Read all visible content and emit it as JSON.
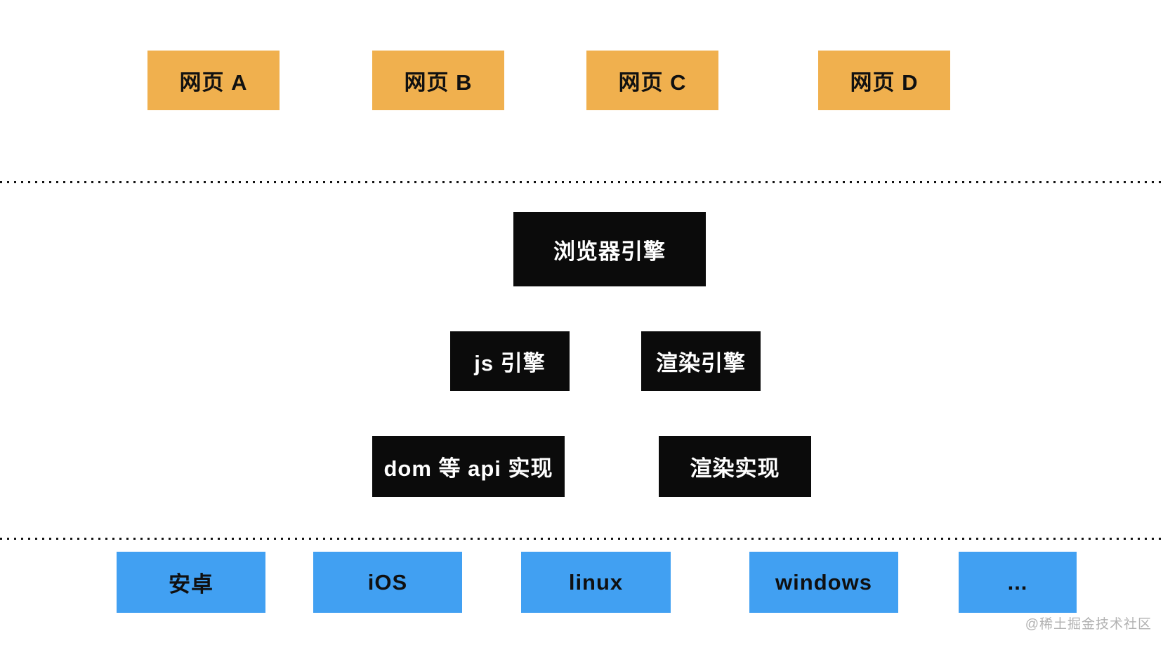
{
  "diagram": {
    "title_hint": "browser-architecture-diagram",
    "web_pages": [
      {
        "label": "网页 A"
      },
      {
        "label": "网页 B"
      },
      {
        "label": "网页 C"
      },
      {
        "label": "网页 D"
      }
    ],
    "browser_engine": {
      "label": "浏览器引擎"
    },
    "engines": [
      {
        "label": "js 引擎"
      },
      {
        "label": "渲染引擎"
      }
    ],
    "implementations": [
      {
        "label": "dom 等 api 实现"
      },
      {
        "label": "渲染实现"
      }
    ],
    "platforms": [
      {
        "label": "安卓"
      },
      {
        "label": "iOS"
      },
      {
        "label": "linux"
      },
      {
        "label": "windows"
      },
      {
        "label": "..."
      }
    ],
    "watermark": "@稀土掘金技术社区",
    "colors": {
      "web_box": "#F0B04E",
      "engine_box": "#0B0B0B",
      "platform_box": "#41A0F2",
      "dotted_line": "#141414",
      "background": "#FFFFFF",
      "watermark": "#B1B1B1"
    }
  }
}
